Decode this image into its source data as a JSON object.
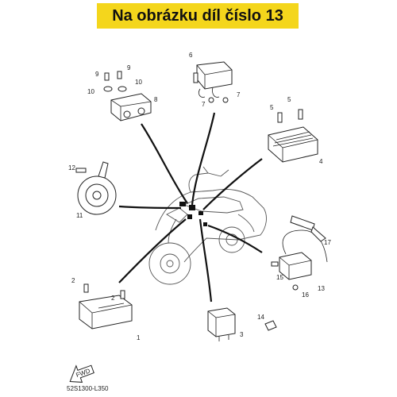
{
  "banner": {
    "title": "Na obrázku díl číslo 13",
    "color": "#f4d61c"
  },
  "labels": {
    "p1": "1",
    "p2": "2",
    "p3": "3",
    "p4": "4",
    "p5a": "5",
    "p5b": "5",
    "p6": "6",
    "p7a": "7",
    "p7b": "7",
    "p8": "8",
    "p9a": "9",
    "p9b": "9",
    "p10a": "10",
    "p10b": "10",
    "p11": "11",
    "p12": "12",
    "p13": "13",
    "p14": "14",
    "p15": "15",
    "p16": "16",
    "p17": "17"
  },
  "footer": {
    "fwd": "FWD",
    "code": "52S1300-L350"
  }
}
